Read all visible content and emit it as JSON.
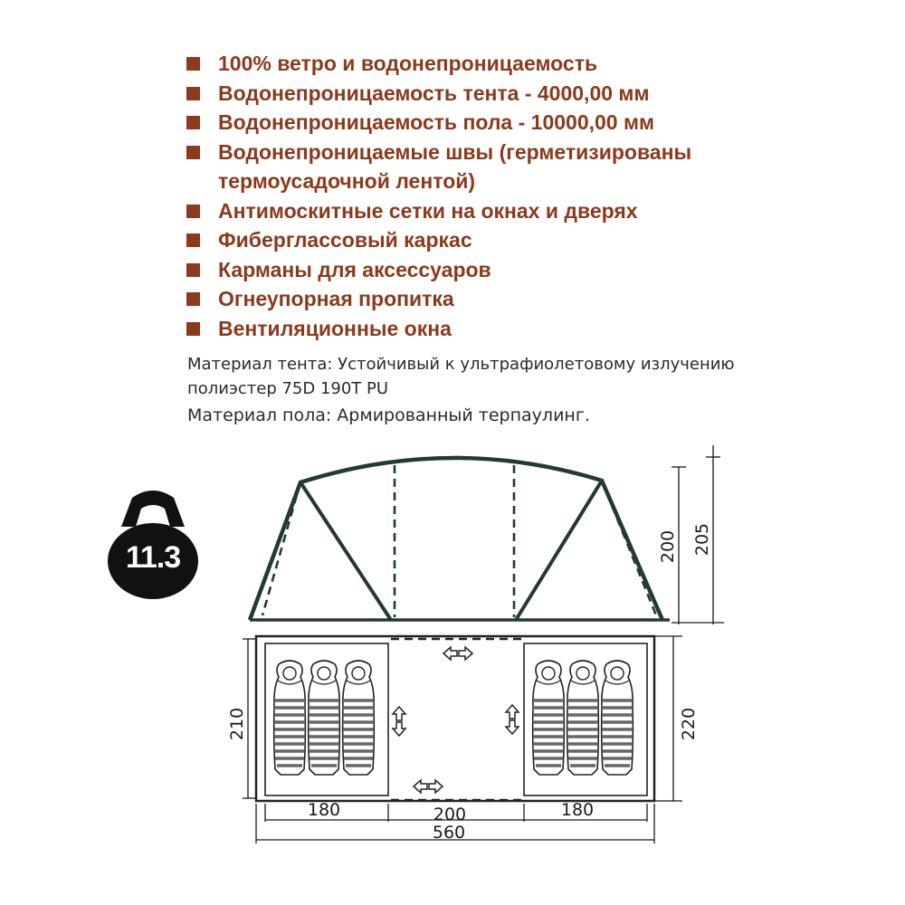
{
  "features": [
    "100%   ветро и водонепроницаемость",
    "Водонепроницаемость тента - 4000,00 мм",
    "Водонепроницаемость пола - 10000,00 мм",
    "Водонепроницаемые швы (герметизированы",
    "термоусадочной лентой)",
    "Антимоскитные сетки на окнах и дверях",
    "Фиберглассовый каркас",
    "Карманы для аксессуаров",
    "Огнеупорная пропитка",
    "Вентиляционные окна"
  ],
  "bullet_rows": [
    0,
    1,
    2,
    3,
    5,
    6,
    7,
    8,
    9
  ],
  "material": {
    "tent_line1": "Материал тента: Устойчивый к ультрафиолетовому  излучению",
    "tent_line2": "полиэстер 75D 190T PU",
    "floor": "Материал пола: Армированный терпаулинг."
  },
  "weight": "11.3",
  "dimensions": {
    "height_inner": "200",
    "height_outer": "205",
    "depth_left": "210",
    "depth_right": "220",
    "room_left": "180",
    "vestibule": "200",
    "room_right": "180",
    "total_length": "560"
  },
  "colors": {
    "accent": "#8b3a1c",
    "tent_outline": "#233a33",
    "text": "#2a2a2a"
  },
  "icons": [
    "kettlebell-icon",
    "sleeping-bag-icon",
    "door-arrow-icon"
  ]
}
